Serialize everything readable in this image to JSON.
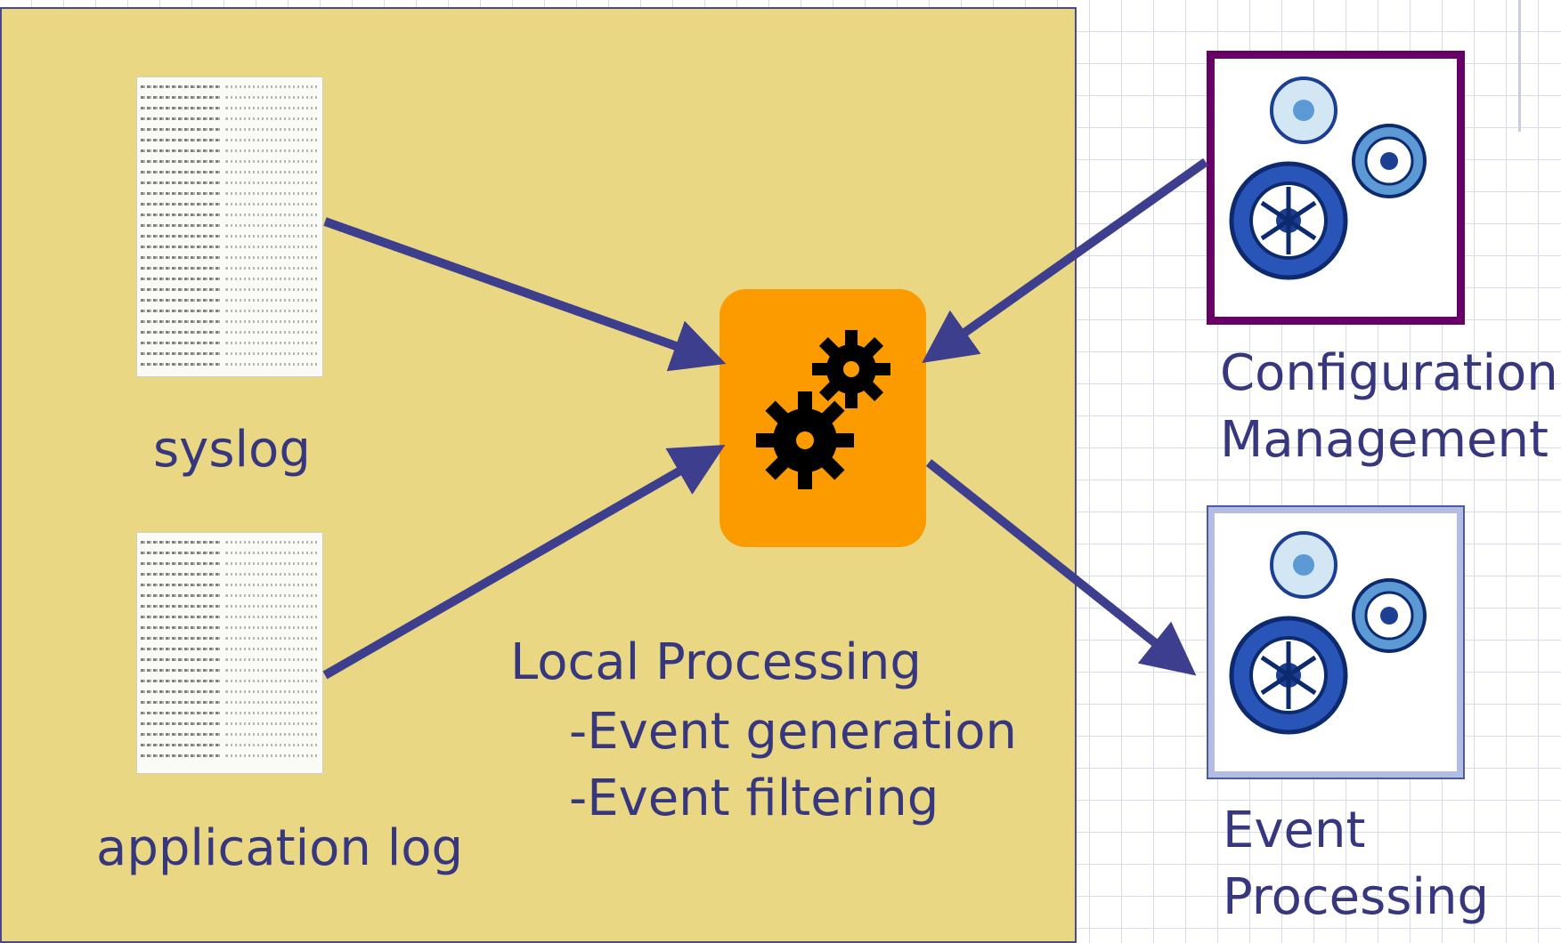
{
  "diagram": {
    "sources": [
      {
        "id": "syslog",
        "label": "syslog"
      },
      {
        "id": "application_log",
        "label": "application log"
      }
    ],
    "local_processing": {
      "title": "Local Processing",
      "items": [
        "-Event generation",
        "-Event filtering"
      ]
    },
    "external": [
      {
        "id": "configuration_management",
        "label_lines": [
          "Configuration",
          "Management"
        ],
        "border_color": "#660066"
      },
      {
        "id": "event_processing",
        "label_lines": [
          "Event",
          "Processing"
        ],
        "border_color": "#4a5ba0"
      }
    ],
    "edges": [
      {
        "from": "syslog",
        "to": "local_processing"
      },
      {
        "from": "application_log",
        "to": "local_processing"
      },
      {
        "from": "configuration_management",
        "to": "local_processing"
      },
      {
        "from": "local_processing",
        "to": "event_processing"
      }
    ]
  },
  "colors": {
    "host_panel": "#e9d784",
    "processor": "#fb9b00",
    "arrow": "#3e3e8e",
    "text": "#37377f"
  },
  "icons": {
    "processor": "gears-icon",
    "external": "gears-icon",
    "sources": "log-file-icon"
  }
}
